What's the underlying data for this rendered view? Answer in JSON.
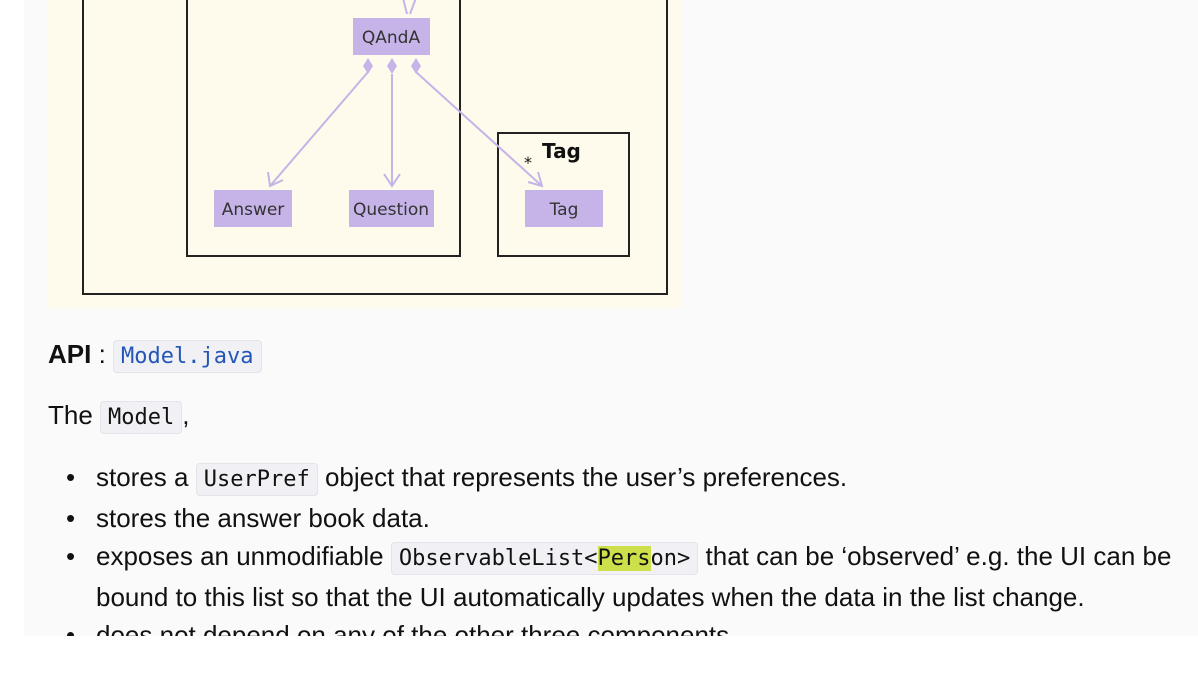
{
  "diagram": {
    "classes": [
      "QAndA",
      "Answer",
      "Question",
      "Tag"
    ],
    "package_tag": "Tag",
    "multiplicity": "*"
  },
  "api": {
    "label": "API",
    "separator": ":",
    "link": "Model.java"
  },
  "intro": {
    "prefix": "The",
    "code": "Model",
    "suffix": ","
  },
  "bullets": [
    {
      "before": "stores a",
      "code": "UserPref",
      "after": "object that represents the user’s preferences."
    },
    {
      "text": "stores the answer book data."
    },
    {
      "before": "exposes an unmodifiable",
      "code_pre": "ObservableList<",
      "code_hl": "Pers",
      "code_post": "on>",
      "after": "that can be ‘observed’ e.g. the UI can be bound to this list so that the UI automatically updates when the data in the list change."
    },
    {
      "text": "does not depend on any of the other three components."
    }
  ]
}
